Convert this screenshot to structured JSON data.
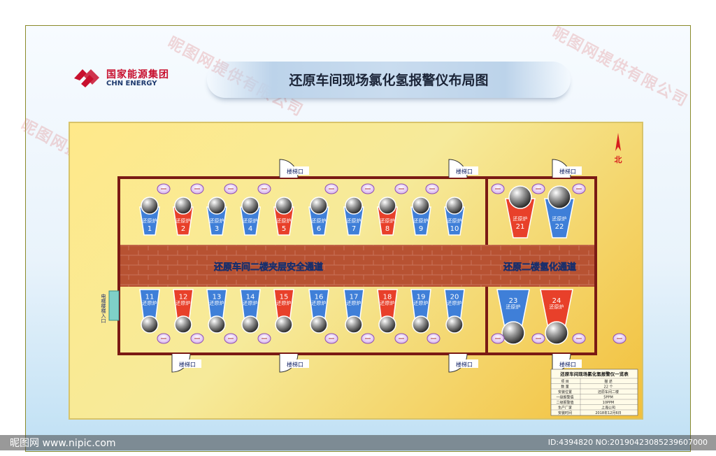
{
  "header": {
    "logo_cn": "国家能源集团",
    "logo_en": "CHN ENERGY",
    "title": "还原车间现场氯化氢报警仪布局图"
  },
  "plan": {
    "north": "北",
    "corridor_main": "还原车间二楼夹层安全通道",
    "corridor_side": "还原二楼氢化通道",
    "stair_label": "楼梯口",
    "side_entrance": "电梯楼梯入口",
    "furnace_label": "还原炉",
    "top_row": [
      "1",
      "2",
      "3",
      "4",
      "5",
      "6",
      "7",
      "8",
      "9",
      "10"
    ],
    "top_colors": [
      "blue",
      "red",
      "blue",
      "blue",
      "red",
      "blue",
      "blue",
      "red",
      "blue",
      "blue"
    ],
    "bottom_row": [
      "11",
      "12",
      "13",
      "14",
      "15",
      "16",
      "17",
      "18",
      "19",
      "20"
    ],
    "bottom_colors": [
      "blue",
      "red",
      "blue",
      "blue",
      "red",
      "blue",
      "blue",
      "red",
      "blue",
      "blue"
    ],
    "side_top": [
      "21",
      "22"
    ],
    "side_top_colors": [
      "red",
      "blue"
    ],
    "side_bottom": [
      "23",
      "24"
    ],
    "side_bottom_colors": [
      "blue",
      "red"
    ]
  },
  "legend": {
    "title": "还原车间现场氯化氢报警仪一览表",
    "headers": [
      "项 目",
      "描 述"
    ],
    "rows": [
      [
        "数 量",
        "22 个"
      ],
      [
        "安装位置",
        "还原车间二楼"
      ],
      [
        "一级报警值",
        "5PPM"
      ],
      [
        "二级报警值",
        "10PPM"
      ],
      [
        "生产厂家",
        "上海公司"
      ],
      [
        "安装时间",
        "2018年12月6日"
      ]
    ]
  },
  "watermark": {
    "stamp": "昵图网提供有限公司",
    "site": "昵图网 www.nipic.com",
    "id": "ID:4394820 NO:20190423085239607000"
  },
  "colors": {
    "red": "#e8402a",
    "blue": "#3f7fd8",
    "wall": "#7a1a14",
    "corridor": "#b45030"
  }
}
